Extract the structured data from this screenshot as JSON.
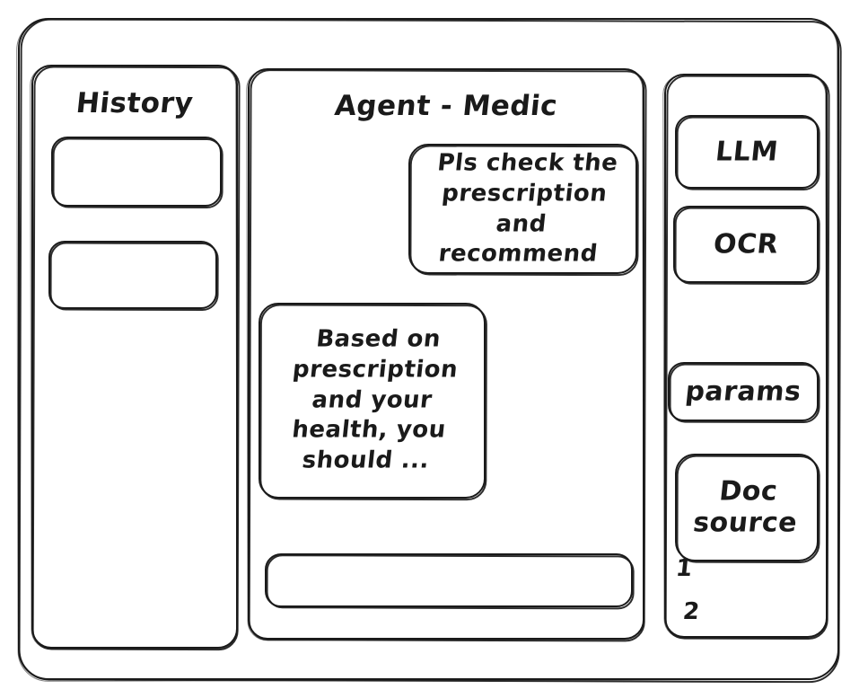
{
  "app": {
    "style": "hand-drawn-wireframe",
    "ink_color": "#1a1a1a",
    "background_color": "#ffffff"
  },
  "history_panel": {
    "title": "History",
    "items": [
      {
        "label": ""
      },
      {
        "label": ""
      }
    ]
  },
  "agent_panel": {
    "title": "Agent - Medic",
    "messages": [
      {
        "role": "user",
        "align": "right",
        "text": "Pls check the\nprescription\nand recommend"
      },
      {
        "role": "assistant",
        "align": "left",
        "text": "Based on\nprescription\nand your\nhealth, you\nshould ..."
      }
    ],
    "composer": {
      "value": "",
      "placeholder": ""
    }
  },
  "tools_panel": {
    "cards": [
      {
        "label": "LLM"
      },
      {
        "label": "OCR"
      },
      {
        "label": "params"
      },
      {
        "label": "Doc\nsource"
      }
    ],
    "source_list": [
      {
        "marker": "1"
      },
      {
        "marker": "2"
      }
    ]
  }
}
